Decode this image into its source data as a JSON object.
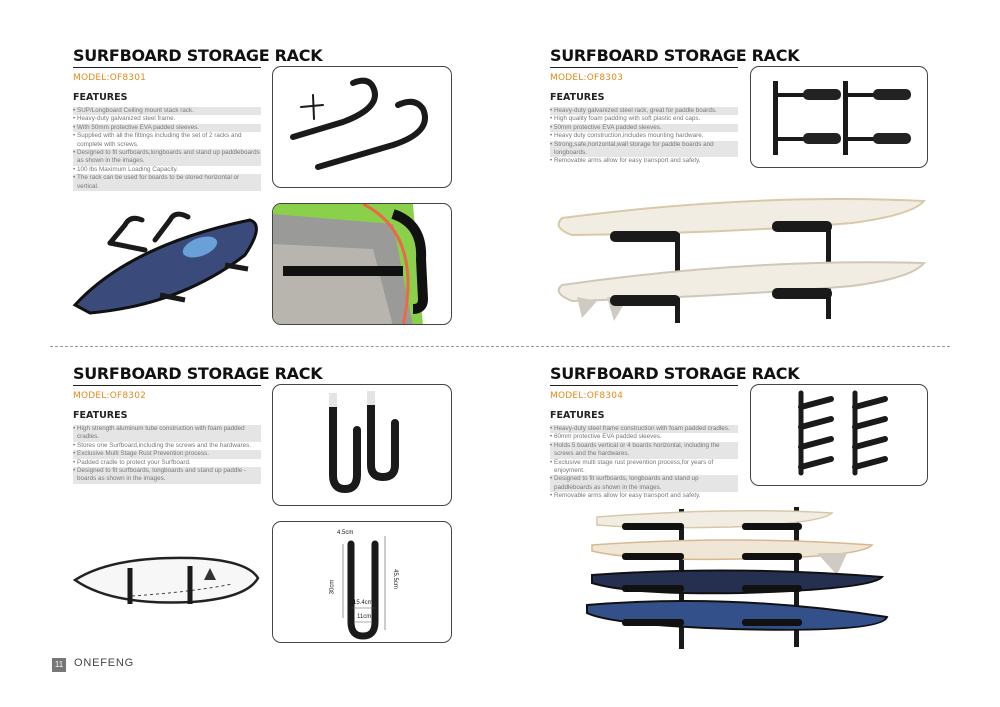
{
  "panels": [
    {
      "title": "SURFBOARD STORAGE RACK",
      "model": "MODEL:OF8301",
      "features_heading": "FEATURES",
      "features": [
        "SUP/Longboard Ceiling mount stack rack.",
        "Heavy-duty galvanized steel frame.",
        "With 50mm protective EVA padded sleeves.",
        "Supplied with all the fittings including the set of 2 racks and complete with screws.",
        "Designed to fit surfboards,longboards and stand up paddleboards as shown in the images.",
        "100 lbs Maximum Loading Capacity.",
        "The rack can be used for boards to be stored horizontal or vertical."
      ]
    },
    {
      "title": "SURFBOARD STORAGE RACK",
      "model": "MODEL:OF8303",
      "features_heading": "FEATURES",
      "features": [
        "Heavy-duty galvanized steel rack, great for paddle boards.",
        "High quality foam padding with soft plastic end caps.",
        "50mm protective EVA padded sleeves.",
        "Heavy duty construction,includes mounting hardware.",
        "Strong,safe,horizontal,wall storage for paddle boards and longboards.",
        "Removable arms allow for easy transport and safety."
      ]
    },
    {
      "title": "SURFBOARD STORAGE RACK",
      "model": "MODEL:OF8302",
      "features_heading": "FEATURES",
      "features": [
        "High strength aluminum tube construction with foam padded cradles.",
        "Stores one Surfboard,including the screws and the hardwares.",
        "Exclusive Multi Stage Rust Prevention process.",
        "Padded cradle to protect your Surfboard.",
        "Designed to fit surfboards, longboards and stand up paddle -boards as shown in the images."
      ]
    },
    {
      "title": "SURFBOARD STORAGE RACK",
      "model": "MODEL:OF8304",
      "features_heading": "FEATURES",
      "features": [
        "Heavy-duty steel frame construction with foam padded cradles.",
        "60mm protective EVA padded sleeves.",
        "Holds 5 boards vertical or 4 boards horizontal, including the screws and the hardwares.",
        "Exclusive multi stage rust prevention process,for years of enjoyment.",
        "Designed to fit surfboards, longboards and stand up paddleboards as shown in the images.",
        "Removable arms allow for easy transport and safety."
      ]
    }
  ],
  "dimensions": {
    "top_width": "4.5cm",
    "height": "30cm",
    "overall_height": "45.5cm",
    "inner_width": "15.4cm",
    "base_width": "11cm"
  },
  "footer": {
    "page_number": "11",
    "brand": "ONEFENG"
  },
  "colors": {
    "accent": "#e08a1e",
    "rack_black": "#1a1a1a",
    "board_blue": "#3a4a7a"
  }
}
